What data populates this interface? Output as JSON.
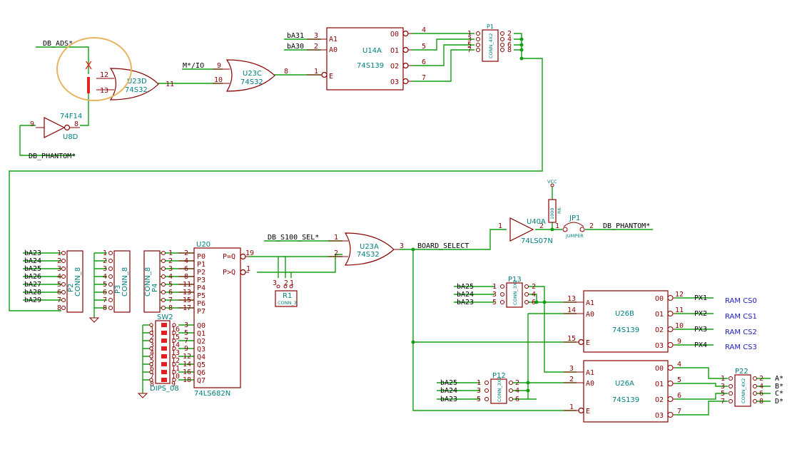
{
  "colors": {
    "wire": "#10a010",
    "symbol": "#8b0000",
    "reference": "#00807f",
    "net_label": "#000000",
    "off_page": "#2020c0",
    "highlight_circle": "#e8b560",
    "cut_mark": "#e8241c"
  },
  "annotation": {
    "cut_mark": "X"
  },
  "nets": {
    "db_ads": "DB_ADS*",
    "db_phantom_top": "DB_PHANTOM*",
    "m_io": "M*/IO",
    "ba31": "bA31",
    "ba30": "bA30",
    "db_s100_sel": "DB_S100_SEL*",
    "board_select": "BOARD_SELECT",
    "db_phantom_out": "DB_PHANTOM*",
    "ba23": "bA23",
    "ba24": "bA24",
    "ba25": "bA25",
    "ba26": "bA26",
    "ba27": "bA27",
    "ba28": "bA28",
    "ba29": "bA29",
    "px1": "PX1",
    "px2": "PX2",
    "px3": "PX3",
    "px4": "PX4",
    "a_star": "A*",
    "b_star": "B*",
    "c_star": "C*",
    "d_star": "D*",
    "ram_cs0": "RAM CS0",
    "ram_cs1": "RAM CS1",
    "ram_cs2": "RAM CS2",
    "ram_cs3": "RAM CS3"
  },
  "parts": {
    "u23d": {
      "ref": "U23D",
      "value": "74S32"
    },
    "u23c": {
      "ref": "U23C",
      "value": "74S32"
    },
    "u23a": {
      "ref": "U23A",
      "value": "74S32"
    },
    "u8d": {
      "ref": "U8D",
      "value": "74F14"
    },
    "u14a": {
      "ref": "U14A",
      "value": "74S139"
    },
    "u26b": {
      "ref": "U26B",
      "value": "74S139"
    },
    "u26a": {
      "ref": "U26A",
      "value": "74S139"
    },
    "u20": {
      "ref": "U20",
      "value": "74LS682N"
    },
    "u40a": {
      "ref": "U40A",
      "value": "74LS07N"
    },
    "p1": {
      "ref": "P1",
      "value": "CONN_4X2"
    },
    "p2": {
      "ref": "P2",
      "value": "CONN_8"
    },
    "p3": {
      "ref": "P3",
      "value": "CONN_8"
    },
    "p4": {
      "ref": "P4",
      "value": "CONN_8"
    },
    "p12": {
      "ref": "P12",
      "value": "CONN_3X2"
    },
    "p13": {
      "ref": "P13",
      "value": "CONN_3X2"
    },
    "p22": {
      "ref": "P22",
      "value": "CONN_4X2"
    },
    "r1": {
      "ref": "R1",
      "value": "CONN_3"
    },
    "r6": {
      "ref": "R6",
      "value": "1000"
    },
    "sw2": {
      "ref": "SW2",
      "value": "DIPS_08"
    },
    "jp1": {
      "ref": "JP1",
      "value": "JUMPER"
    },
    "vcc": {
      "label": "VCC"
    }
  },
  "pins": {
    "u23d": {
      "in1": "12",
      "in2": "13",
      "out": "11"
    },
    "u23c": {
      "in1": "9",
      "in2": "10",
      "out": "8"
    },
    "u23a": {
      "in1": "1",
      "in2": "2",
      "out": "3"
    },
    "u8d": {
      "in": "9",
      "out": "8"
    },
    "u40a": {
      "in": "1",
      "out": "2"
    },
    "jp1": {
      "p1": "1",
      "p2": "2"
    },
    "r1": {
      "p1": "3",
      "p2": "2",
      "p3": "1"
    },
    "u14a": {
      "in_a1": "3",
      "in_a0": "2",
      "in_e": "1",
      "out": [
        "4",
        "5",
        "6",
        "7"
      ],
      "names_in": [
        "A1",
        "A0",
        "E"
      ],
      "names_out": [
        "O0",
        "O1",
        "O2",
        "O3"
      ]
    },
    "u26b": {
      "in_a1": "13",
      "in_a0": "14",
      "in_e": "15",
      "out": [
        "12",
        "11",
        "10",
        "9"
      ],
      "names_in": [
        "A1",
        "A0",
        "E"
      ],
      "names_out": [
        "O0",
        "O1",
        "O2",
        "O3"
      ]
    },
    "u26a": {
      "in_a1": "3",
      "in_a0": "2",
      "in_e": "1",
      "out": [
        "4",
        "5",
        "6",
        "7"
      ],
      "names_in": [
        "A1",
        "A0",
        "E"
      ],
      "names_out": [
        "O0",
        "O1",
        "O2",
        "O3"
      ]
    },
    "p1": {
      "left": [
        "1",
        "3",
        "5",
        "7"
      ],
      "right": [
        "2",
        "4",
        "6",
        "8"
      ]
    },
    "p22": {
      "left": [
        "1",
        "3",
        "5",
        "7"
      ],
      "right": [
        "2",
        "4",
        "6",
        "8"
      ]
    },
    "p12": {
      "left": [
        "1",
        "3",
        "5"
      ],
      "right": [
        "2",
        "4",
        "6"
      ]
    },
    "p13": {
      "left": [
        "1",
        "3",
        "5"
      ],
      "right": [
        "2",
        "4",
        "6"
      ]
    },
    "p2": [
      "1",
      "2",
      "3",
      "4",
      "5",
      "6",
      "7",
      "8"
    ],
    "p3": [
      "1",
      "2",
      "3",
      "4",
      "5",
      "6",
      "7",
      "8"
    ],
    "p4": [
      "1",
      "2",
      "3",
      "4",
      "5",
      "6",
      "7",
      "8"
    ],
    "u20": {
      "p_left": [
        "2",
        "4",
        "6",
        "8",
        "11",
        "13",
        "15",
        "17"
      ],
      "p_names": [
        "P0",
        "P1",
        "P2",
        "P3",
        "P4",
        "P5",
        "P6",
        "P7"
      ],
      "q_left": [
        "3",
        "5",
        "7",
        "9",
        "12",
        "14",
        "16",
        "18"
      ],
      "q_names": [
        "Q0",
        "Q1",
        "Q2",
        "Q3",
        "Q4",
        "Q5",
        "Q6",
        "Q7"
      ],
      "peq_name": "P=Q",
      "peq_pin": "19",
      "pgt_name": "P>Q",
      "pgt_pin": "1"
    },
    "p4_right": [
      "1",
      "2",
      "3",
      "4",
      "5",
      "6",
      "7",
      "8"
    ],
    "sw2": {
      "left": [
        "1",
        "2",
        "3",
        "4",
        "5",
        "6",
        "7",
        "8"
      ],
      "right": [
        "16",
        "15",
        "14",
        "13",
        "12",
        "11",
        "10",
        "9"
      ]
    }
  }
}
